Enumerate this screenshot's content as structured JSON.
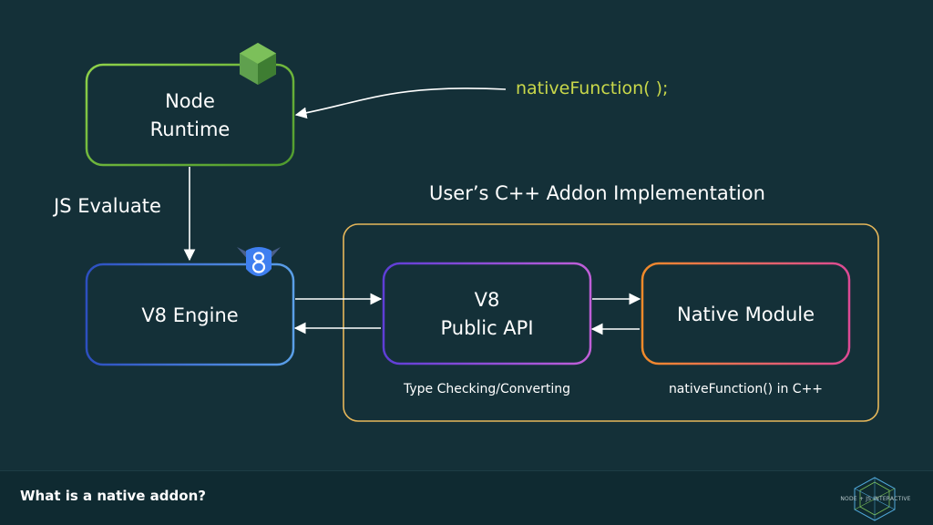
{
  "diagram": {
    "node_runtime_lines": [
      "Node",
      "Runtime"
    ],
    "js_evaluate": "JS Evaluate",
    "native_call": "nativeFunction( );",
    "addon_title": "User’s C++ Addon Implementation",
    "v8_engine": "V8 Engine",
    "public_api_lines": [
      "V8",
      "Public API"
    ],
    "native_module": "Native Module",
    "type_checking": "Type Checking/Converting",
    "native_in_cpp": "nativeFunction() in C++"
  },
  "footer": {
    "title": "What is a native addon?",
    "logo_text": "NODE + JS INTERACTIVE"
  },
  "colors": {
    "background": "#143038",
    "node_green": "#7dc43c",
    "v8_blue": "#3b73d4",
    "api_purple": "#8a4bdc",
    "native_orange": "#e8842a",
    "native_pink": "#d84a93",
    "addon_border": "#e6b75a",
    "code_text": "#c9d84a"
  },
  "icons": [
    "nodejs-hexagon-icon",
    "v8-logo-icon",
    "nodejs-interactive-logo-icon"
  ]
}
